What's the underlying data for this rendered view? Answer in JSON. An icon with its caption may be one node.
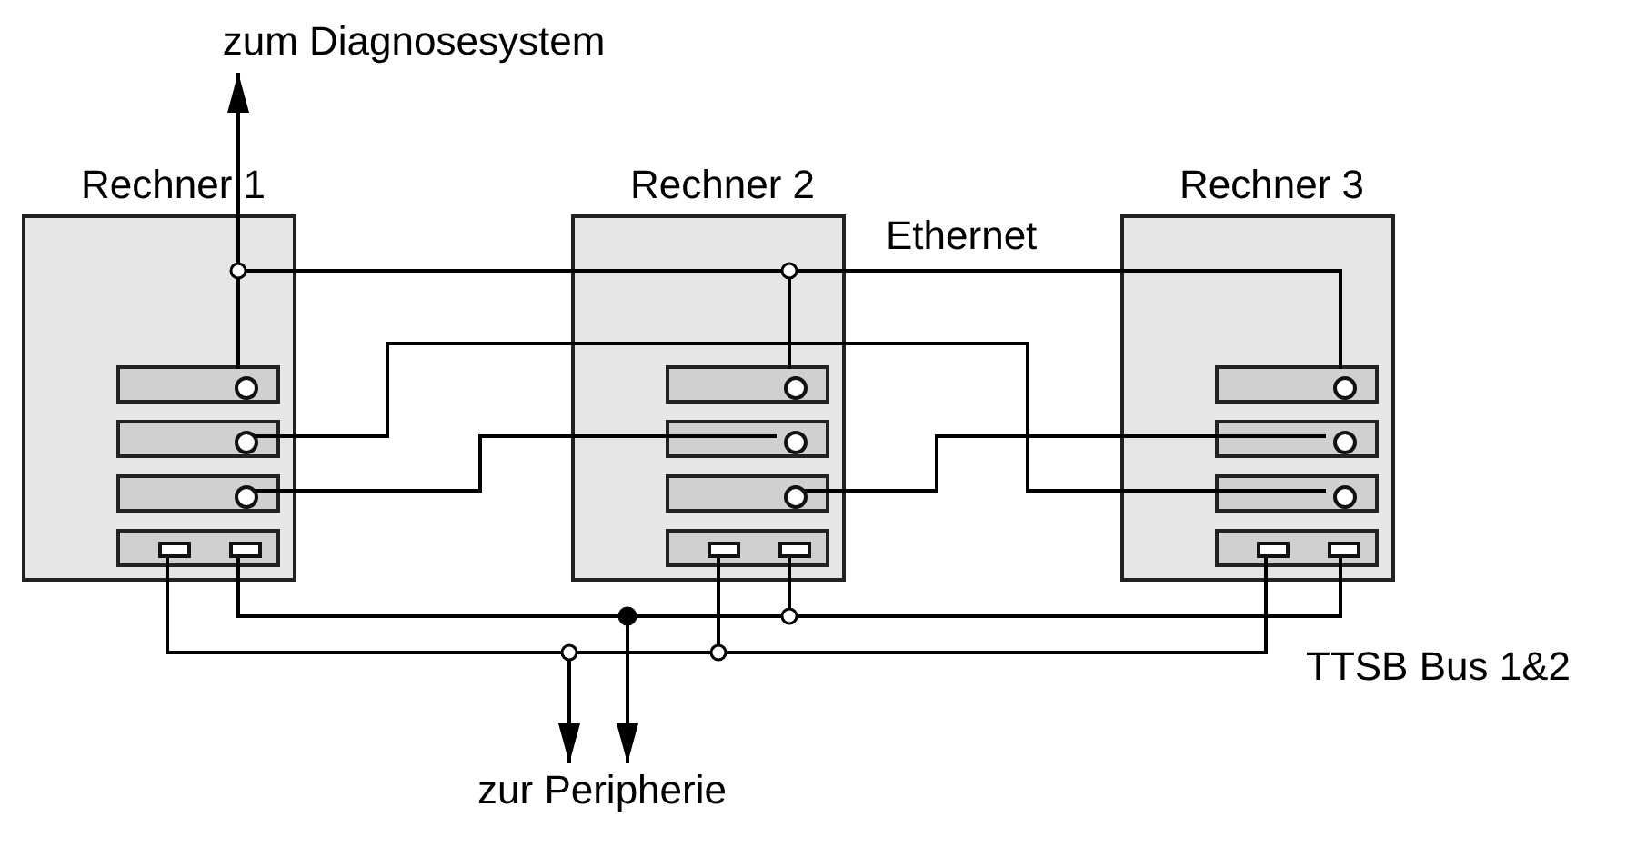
{
  "diagram": {
    "nodes": [
      {
        "text": [
          "zum Diagnosesystem"
        ]
      },
      {
        "text": [
          "Rechner 1"
        ]
      },
      {
        "text": [],
        "shape": "box",
        "in": 1
      },
      {
        "text": [],
        "shape": "circle",
        "in": 2
      },
      {
        "text": [],
        "shape": "box",
        "in": 1
      },
      {
        "text": [],
        "shape": "circle",
        "in": 4
      },
      {
        "text": [],
        "shape": "box",
        "in": 1
      },
      {
        "text": [],
        "shape": "circle",
        "in": 6
      },
      {
        "text": [],
        "shape": "box",
        "in": 1
      },
      {
        "text": [],
        "shape": "box",
        "in": 8
      },
      {
        "text": [],
        "shape": "box",
        "in": 8
      },
      {
        "text": [
          "Rechner 2"
        ]
      },
      {
        "text": [],
        "shape": "box",
        "in": 11
      },
      {
        "text": [],
        "shape": "circle",
        "in": 12
      },
      {
        "text": [],
        "shape": "box",
        "in": 11
      },
      {
        "text": [],
        "shape": "circle",
        "in": 14
      },
      {
        "text": [],
        "shape": "box",
        "in": 11
      },
      {
        "text": [],
        "shape": "circle",
        "in": 16
      },
      {
        "text": [],
        "shape": "box",
        "in": 11
      },
      {
        "text": [],
        "shape": "box",
        "in": 18
      },
      {
        "text": [],
        "shape": "box",
        "in": 18
      },
      {
        "text": [
          "Rechner 3"
        ]
      },
      {
        "text": [],
        "shape": "box",
        "in": 21
      },
      {
        "text": [],
        "shape": "circle",
        "in": 22
      },
      {
        "text": [],
        "shape": "box",
        "in": 21
      },
      {
        "text": [],
        "shape": "circle",
        "in": 24
      },
      {
        "text": [],
        "shape": "box",
        "in": 21
      },
      {
        "text": [],
        "shape": "circle",
        "in": 26
      },
      {
        "text": [],
        "shape": "box",
        "in": 21
      },
      {
        "text": [],
        "shape": "box",
        "in": 28
      },
      {
        "text": [],
        "shape": "box",
        "in": 28
      },
      {
        "text": [
          "zur Peripherie"
        ]
      }
    ],
    "edges": [
      {
        "from": 3,
        "to": 0,
        "arrow": "to"
      },
      {
        "from": 3,
        "to": 13,
        "arrow": "none"
      },
      {
        "from": 13,
        "to": 23,
        "arrow": "none"
      },
      {
        "from": 5,
        "to": 27,
        "arrow": "none"
      },
      {
        "from": 7,
        "to": 15,
        "arrow": "none"
      },
      {
        "from": 17,
        "to": 25,
        "arrow": "none"
      },
      {
        "from": 10,
        "to": 20,
        "arrow": "none"
      },
      {
        "from": 20,
        "to": 30,
        "arrow": "none"
      },
      {
        "from": 10,
        "to": 31,
        "arrow": "to"
      },
      {
        "from": 9,
        "to": 19,
        "arrow": "none"
      },
      {
        "from": 19,
        "to": 29,
        "arrow": "none"
      },
      {
        "from": 9,
        "to": 31,
        "arrow": "to"
      }
    ],
    "labels": [
      "Ethernet",
      "TTSB Bus 1&2"
    ]
  }
}
